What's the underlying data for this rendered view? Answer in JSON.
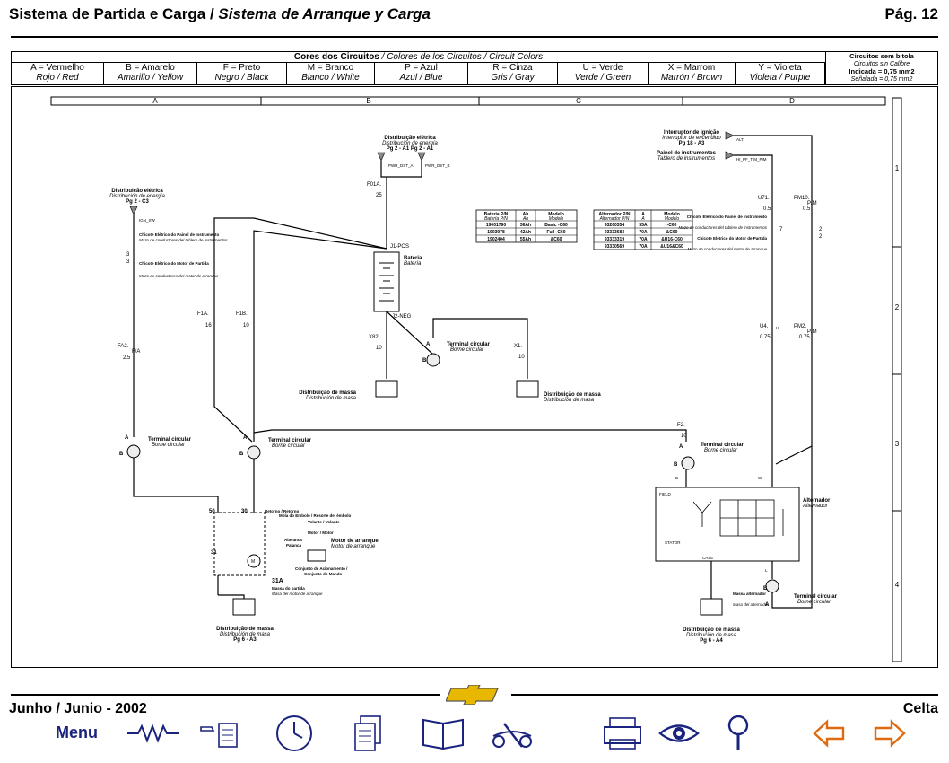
{
  "header": {
    "title_pt": "Sistema de Partida e Carga",
    "title_sep": " / ",
    "title_es": "Sistema de Arranque y Carga",
    "page": "Pág. 12"
  },
  "colors_table": {
    "title_main": "Cores dos Circuitos",
    "title_rest": " / Colores de los Circuitos / Circuit Colors",
    "items": [
      {
        "code": "A = Vermelho",
        "translation": "Rojo / Red"
      },
      {
        "code": "B = Amarelo",
        "translation": "Amarillo / Yellow"
      },
      {
        "code": "F = Preto",
        "translation": "Negro / Black"
      },
      {
        "code": "M = Branco",
        "translation": "Blanco / White"
      },
      {
        "code": "P = Azul",
        "translation": "Azul / Blue"
      },
      {
        "code": "R = Cinza",
        "translation": "Gris / Gray"
      },
      {
        "code": "U = Verde",
        "translation": "Verde / Green"
      },
      {
        "code": "X = Marrom",
        "translation": "Marrón / Brown"
      },
      {
        "code": "Y = Violeta",
        "translation": "Violeta / Purple"
      }
    ],
    "gauge": {
      "title": "Circuitos sem bitola",
      "subtitle": "Circuitos sin Calibre",
      "line1": "Indicada = 0,75 mm2",
      "line2": "Señalada = 0,75 mm2"
    }
  },
  "diagram": {
    "columns": [
      "A",
      "B",
      "C",
      "D"
    ],
    "rows": [
      "1",
      "2",
      "3",
      "4"
    ],
    "battery_table": {
      "headers": [
        [
          "Bateria P/N",
          "Batería P/N"
        ],
        [
          "Ah",
          "Ah"
        ],
        [
          "Modelo",
          "Modelo"
        ]
      ],
      "rows": [
        [
          "19001790",
          "36Ah",
          "Basic -C60"
        ],
        [
          "1903978",
          "42Ah",
          "Full -C60"
        ],
        [
          "1902404",
          "55Ah",
          "&C60"
        ]
      ]
    },
    "alternator_table": {
      "headers": [
        [
          "Alternador P/N",
          "Alternador P/N"
        ],
        [
          "A",
          "A"
        ],
        [
          "Modelo",
          "Modelo"
        ]
      ],
      "rows": [
        [
          "93260354",
          "55A",
          "-C60"
        ],
        [
          "93333683",
          "70A",
          "&C60"
        ],
        [
          "93333319",
          "70A",
          "&U16-C60"
        ],
        [
          "93330569",
          "70A",
          "&U16&C60"
        ]
      ]
    },
    "labels": {
      "dist_eletrica_top": "Distribuição elétrica",
      "dist_eletrica_top_es": "Distribución de energía",
      "dist_eletrica_top_ref": "Pg 2 - A1   Pg 2 - A1",
      "pwr_a": "PWR_DST_A",
      "pwr_b": "PWR_DST_B",
      "f01a": "F01A.",
      "f01a_gauge": "25",
      "pos": "J1-POS",
      "bateria": "Bateria",
      "bateria_es": "Batería",
      "neg": "J2-NEG",
      "dist_eletrica_left": "Distribuição elétrica",
      "dist_eletrica_left_es": "Distribución de energía",
      "dist_eletrica_left_ref": "Pg 2 - C3",
      "ign_sw": "IGN_SW",
      "chicote_painel": "Chicote Elétrico do Painel de Instrumento",
      "chicote_painel_es": "Mazo de conductores del tablero de instrumentos",
      "chicote_motor": "Chicote Elétrico do Motor de Partida",
      "chicote_motor_es": "Mazo de conductores del motor de arranque",
      "conn_3": "3",
      "fa2": "FA2.",
      "fa2_color": "F/A",
      "fa2_gauge": "2.5",
      "f1a": "F1A.",
      "f1a_gauge": "16",
      "f1b": "F1B.",
      "f1b_gauge": "10",
      "x82": "X82.",
      "x82_gauge": "10",
      "x1": "X1.",
      "x1_gauge": "10",
      "terminal_circular": "Terminal circular",
      "terminal_circular_es": "Borne circular",
      "dist_massa": "Distribuição de massa",
      "dist_massa_es": "Distribución de masa",
      "dist_massa_ref1": "Pg 6 - A3",
      "dist_massa_ref2": "Pg 6 - A4",
      "term_a": "A",
      "term_b": "B",
      "interruptor": "Interruptor de ignição",
      "interruptor_es": "Interruptor de encendido",
      "interruptor_ref": "Pg 18 - A3",
      "alt": "ALT",
      "painel": "Painel de instrumentos",
      "painel_es": "Tablero de instrumentos",
      "painel_sig": "HI_PF_TIM_PIM",
      "u71": "U71.",
      "u71_gauge": "0.5",
      "pm10": "PM10.",
      "pm10_color": "P/M",
      "pm10_gauge": "0.5",
      "u4": "U4.",
      "u4_gauge": "0.75",
      "pm2": "PM2.",
      "pm2_color": "P/M",
      "pm2_gauge": "0.75",
      "conn_7": "7",
      "conn_2": "2",
      "f2": "F2.",
      "f2_gauge": "10",
      "alternador": "Alternador",
      "alternador_es": "Alternador",
      "field": "FIELD",
      "stator": "STATOR",
      "case": "CASE",
      "massa_alternador": "Massa alternador",
      "massa_alternador_es": "Masa del alternador",
      "s30": "30",
      "s50": "50",
      "s31": "31",
      "s31a": "31A",
      "retorno": "Retorno / Retorno",
      "mola": "Mola do Embolo / Resorte del émbolo",
      "volante": "Volante / Volante",
      "motor1": "Motor / Motor",
      "alavanca": "Alavanca",
      "palanca": "Palanca",
      "motor_arranque": "Motor de arranque",
      "motor_arranque_es": "Motor de arranque",
      "conjunto": "Conjunto de Acionamento /",
      "conjunto_es": "Conjunto do Mando",
      "massa_partida": "Massa do partida",
      "massa_partida_es": "Masa del motor de arranque",
      "motor_m": "M",
      "wire_u": "U",
      "wire_b": "B",
      "wire_w": "W",
      "wire_l": "L",
      "wire_a": "A"
    }
  },
  "footer": {
    "date": "Junho / Junio - 2002",
    "model": "Celta",
    "menu": "Menu"
  },
  "nav_icons": [
    "resistor-icon",
    "index-icon",
    "clock-icon",
    "documents-icon",
    "book-icon",
    "tools-icon",
    "printer-icon",
    "eye-icon",
    "magnifier-icon",
    "arrow-left-icon",
    "arrow-right-icon"
  ]
}
